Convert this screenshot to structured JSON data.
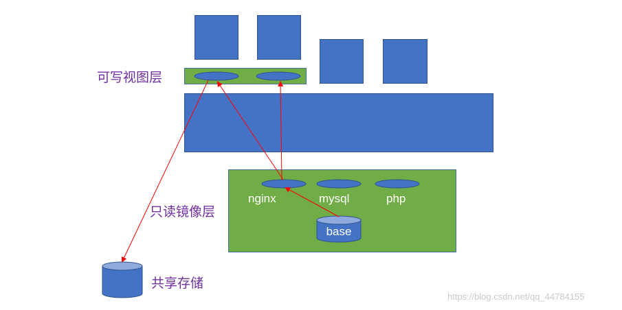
{
  "labels": {
    "writable_layer": "可写视图层",
    "readonly_layer": "只读镜像层",
    "shared_storage": "共享存储"
  },
  "images": {
    "nginx": "nginx",
    "mysql": "mysql",
    "php": "php",
    "base": "base"
  },
  "watermark": "https://blog.csdn.net/qq_44784155",
  "colors": {
    "container_blue": "#4472c4",
    "layer_green": "#70ad47",
    "label_purple": "#7030a0",
    "arrow_red": "#ff0000"
  }
}
